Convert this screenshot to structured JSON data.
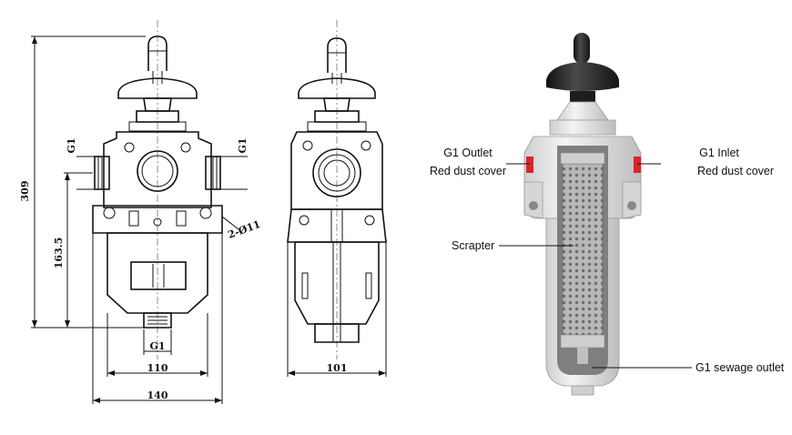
{
  "drawing": {
    "dimensions": {
      "overall_height": "309",
      "partial_height": "163.5",
      "inlet_left": "G1",
      "inlet_right": "G1",
      "drain_thread": "G1",
      "mount_holes": "2-Ø11",
      "width_body": "110",
      "width_total": "140",
      "side_width": "101"
    }
  },
  "render": {
    "callouts": {
      "outlet_line1": "G1 Outlet",
      "outlet_line2": "Red dust cover",
      "inlet_line1": "G1 Inlet",
      "inlet_line2": "Red dust cover",
      "scrapter": "Scrapter",
      "sewage": "G1 sewage outlet"
    },
    "colors": {
      "body": "#e6e6e6",
      "shadow": "#b9b9b9",
      "knob": "#2a2a2a",
      "dust_cover": "#d8262c",
      "mesh": "#9a9a9a"
    }
  }
}
